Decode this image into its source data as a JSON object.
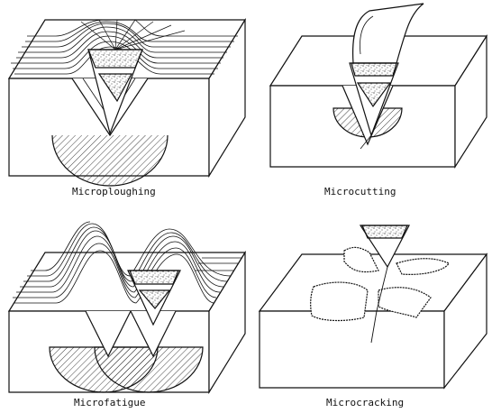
{
  "panels": [
    {
      "id": "microploughing",
      "caption": "Microploughing"
    },
    {
      "id": "microcutting",
      "caption": "Microcutting"
    },
    {
      "id": "microfatigue",
      "caption": "Microfatigue"
    },
    {
      "id": "microcracking",
      "caption": "Microcracking"
    }
  ],
  "colors": {
    "ink": "#111111",
    "paper": "#ffffff"
  }
}
